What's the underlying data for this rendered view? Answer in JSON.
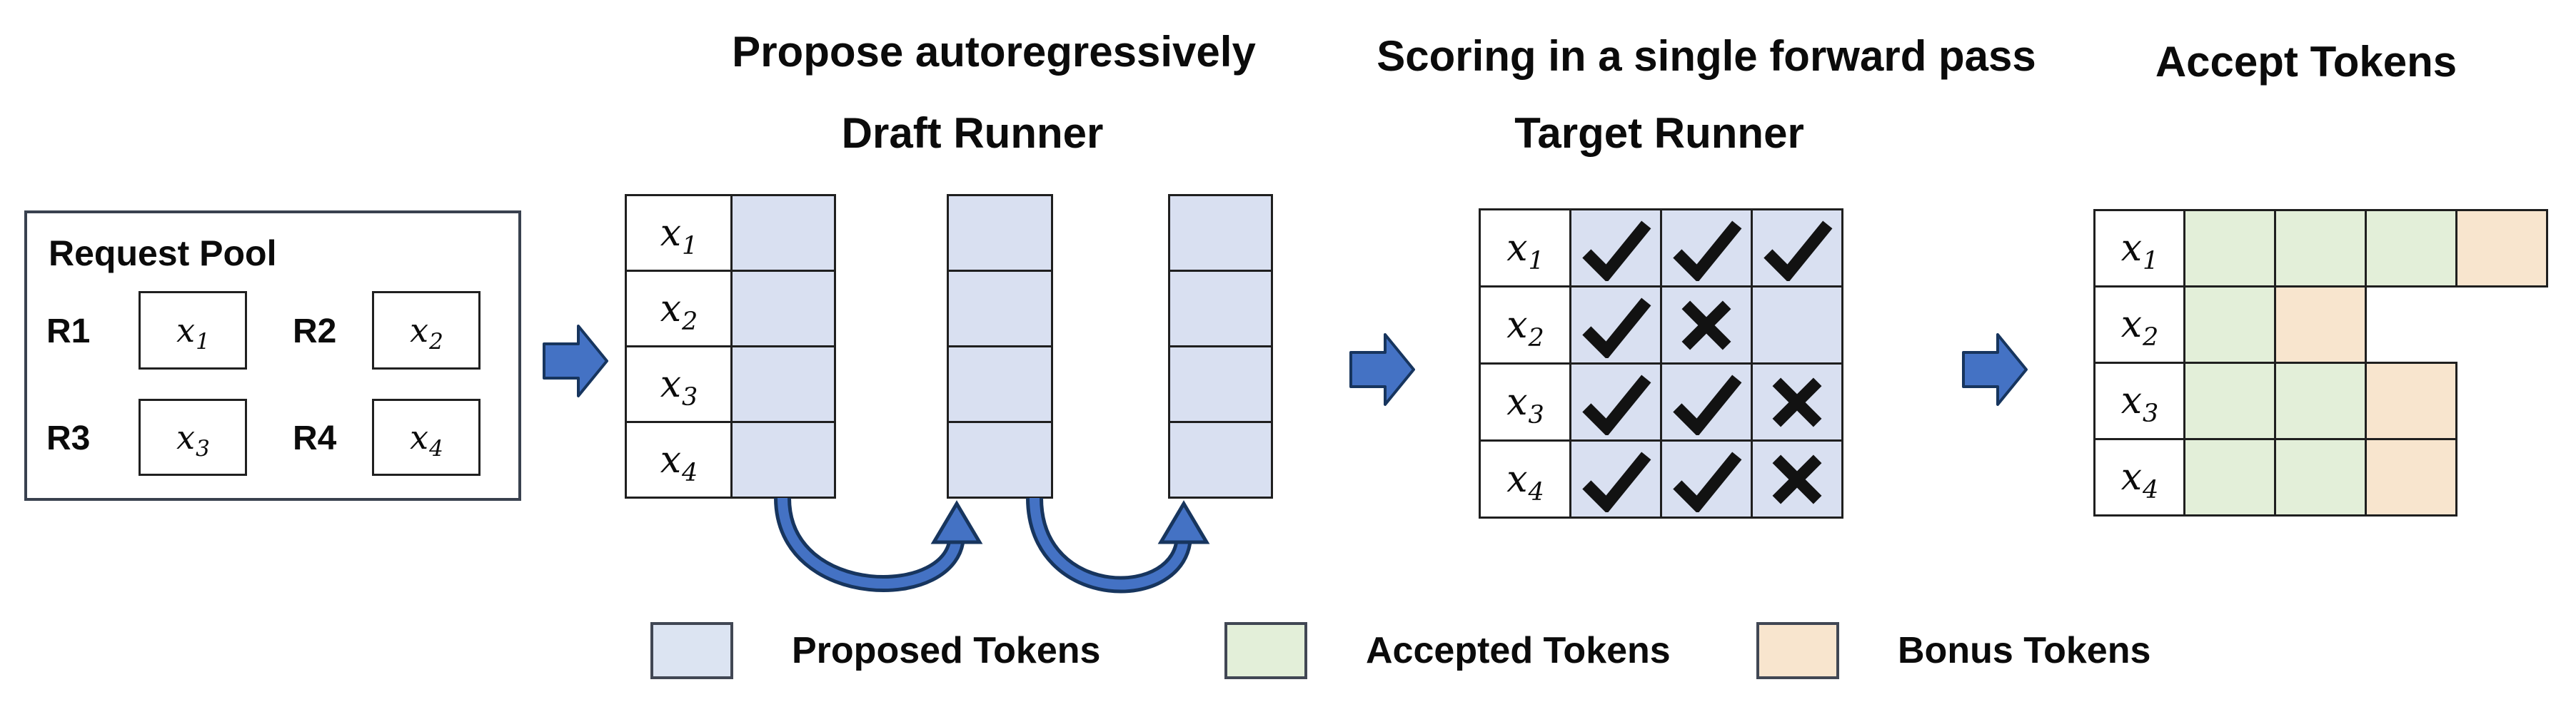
{
  "headings": {
    "draft": {
      "line1": "Propose autoregressively",
      "line2": "Draft Runner"
    },
    "target": {
      "line1": "Scoring in a single forward pass",
      "line2": "Target Runner"
    },
    "accept": {
      "line1": "Accept Tokens"
    }
  },
  "request_pool": {
    "title": "Request Pool",
    "requests": [
      {
        "label": "R1",
        "token_base": "x",
        "token_sub": "1"
      },
      {
        "label": "R2",
        "token_base": "x",
        "token_sub": "2"
      },
      {
        "label": "R3",
        "token_base": "x",
        "token_sub": "3"
      },
      {
        "label": "R4",
        "token_base": "x",
        "token_sub": "4"
      }
    ]
  },
  "row_tokens": [
    {
      "base": "x",
      "sub": "1"
    },
    {
      "base": "x",
      "sub": "2"
    },
    {
      "base": "x",
      "sub": "3"
    },
    {
      "base": "x",
      "sub": "4"
    }
  ],
  "draft_runner": {
    "num_rows": 4,
    "num_extra_columns": 2
  },
  "target_runner": {
    "marks": [
      [
        "check",
        "check",
        "check"
      ],
      [
        "check",
        "cross",
        "blank"
      ],
      [
        "check",
        "check",
        "cross"
      ],
      [
        "check",
        "check",
        "cross"
      ]
    ]
  },
  "accept_tokens": {
    "rows": [
      [
        "accepted",
        "accepted",
        "accepted",
        "bonus"
      ],
      [
        "accepted",
        "bonus"
      ],
      [
        "accepted",
        "accepted",
        "bonus"
      ],
      [
        "accepted",
        "accepted",
        "bonus"
      ]
    ]
  },
  "legend": {
    "items": [
      {
        "name": "proposed",
        "label": "Proposed Tokens",
        "color": "#dce4f2"
      },
      {
        "name": "accepted",
        "label": "Accepted Tokens",
        "color": "#e3efd9"
      },
      {
        "name": "bonus",
        "label": "Bonus Tokens",
        "color": "#f8e5ce"
      }
    ]
  },
  "colors": {
    "proposed_cell": "#d9e0f1",
    "accepted_cell": "#e3efd9",
    "bonus_cell": "#f8e5ce",
    "cell_border": "#1f1f1f",
    "arrow_fill": "#4472c4",
    "arrow_outline": "#17355e",
    "mark_color": "#121212"
  }
}
